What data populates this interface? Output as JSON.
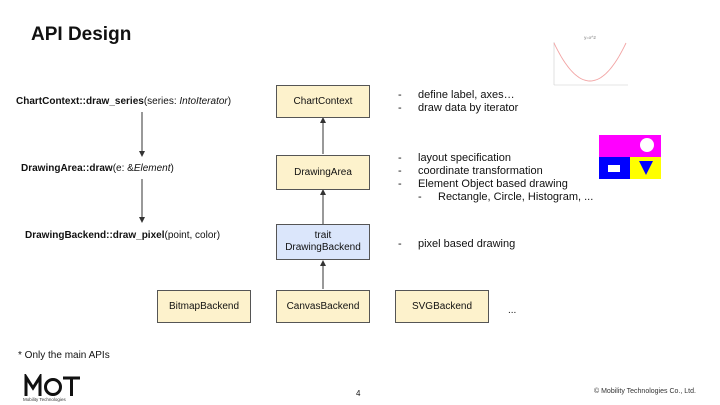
{
  "title": "API Design",
  "apis": [
    {
      "bold": "ChartContext::draw_series",
      "plain": "(series: ",
      "italic": "IntoIterator",
      "close": ")"
    },
    {
      "bold": "DrawingArea::draw",
      "plain": "(e: &",
      "italic": "Element",
      "close": ")"
    },
    {
      "bold": "DrawingBackend::draw_pixel",
      "plain": "(point, color)",
      "italic": "",
      "close": ""
    }
  ],
  "boxes": {
    "chart_context": "ChartContext",
    "drawing_area": "DrawingArea",
    "drawing_backend_line1": "trait",
    "drawing_backend_line2": "DrawingBackend",
    "bitmap": "BitmapBackend",
    "canvas": "CanvasBackend",
    "svg": "SVGBackend"
  },
  "bullets": {
    "chart_context": [
      "define  label, axes…",
      "draw data by iterator"
    ],
    "drawing_area": [
      "layout specification",
      "coordinate transformation",
      "Element Object based drawing"
    ],
    "drawing_area_sub": "Rectangle, Circle, Histogram, ...",
    "drawing_backend": [
      "pixel based drawing"
    ],
    "dash": "-"
  },
  "ellipsis": "...",
  "plot_title": "y=x^2",
  "footnote": "* Only the main APIs",
  "page_number": "4",
  "copyright": "© Mobility Technologies Co., Ltd.",
  "logo_name": "Mobility Technologies",
  "colors": {
    "box_fill": "#fdf2cc",
    "trait_fill": "#dbe6fb",
    "magenta": "#ff00ff",
    "blue": "#0000ff",
    "yellow": "#ffff00",
    "curve": "#f2a3a3"
  }
}
